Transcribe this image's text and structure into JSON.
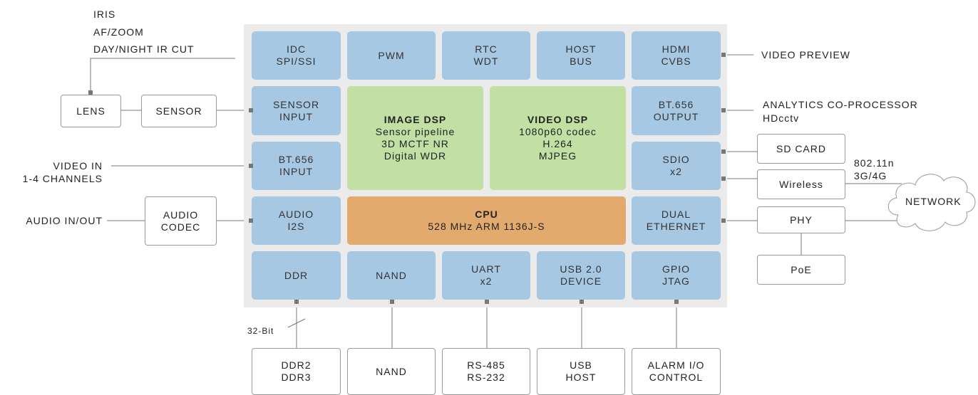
{
  "chip": {
    "idc": [
      "IDC",
      "SPI/SSI"
    ],
    "pwm": [
      "PWM"
    ],
    "rtc": [
      "RTC",
      "WDT"
    ],
    "host_bus": [
      "HOST",
      "BUS"
    ],
    "hdmi": [
      "HDMI",
      "CVBS"
    ],
    "sensor_input": [
      "SENSOR",
      "INPUT"
    ],
    "bt656_input": [
      "BT.656",
      "INPUT"
    ],
    "audio_i2s": [
      "AUDIO",
      "I2S"
    ],
    "bt656_output": [
      "BT.656",
      "OUTPUT"
    ],
    "sdio": [
      "SDIO",
      "x2"
    ],
    "dual_ethernet": [
      "DUAL",
      "ETHERNET"
    ],
    "image_dsp": {
      "title": "IMAGE DSP",
      "lines": [
        "Sensor pipeline",
        "3D MCTF NR",
        "Digital WDR"
      ]
    },
    "video_dsp": {
      "title": "VIDEO DSP",
      "lines": [
        "1080p60 codec",
        "H.264",
        "MJPEG"
      ]
    },
    "cpu": {
      "title": "CPU",
      "lines": [
        "528 MHz ARM 1136J-S"
      ]
    },
    "ddr": [
      "DDR"
    ],
    "nand": [
      "NAND"
    ],
    "uart": [
      "UART",
      "x2"
    ],
    "usb_device": [
      "USB 2.0",
      "DEVICE"
    ],
    "gpio": [
      "GPIO",
      "JTAG"
    ]
  },
  "external": {
    "lens": "LENS",
    "sensor": "SENSOR",
    "audio_codec": [
      "AUDIO",
      "CODEC"
    ],
    "sd_card": "SD CARD",
    "wireless": "Wireless",
    "phy": "PHY",
    "poe": "PoE",
    "network": "NETWORK",
    "ddr_mem": [
      "DDR2",
      "DDR3"
    ],
    "nand_mem": [
      "NAND"
    ],
    "serial": [
      "RS-485",
      "RS-232"
    ],
    "usb_host": [
      "USB",
      "HOST"
    ],
    "alarm": [
      "ALARM I/O",
      "CONTROL"
    ]
  },
  "labels": {
    "iris": "IRIS",
    "af_zoom": "AF/ZOOM",
    "day_night": "DAY/NIGHT IR CUT",
    "video_preview": "VIDEO PREVIEW",
    "analytics": "ANALYTICS CO-PROCESSOR",
    "hdcctv": "HDcctv",
    "video_in": "VIDEO IN",
    "channels": "1-4 CHANNELS",
    "audio_inout": "AUDIO IN/OUT",
    "wifi_std": "802.11n",
    "cellular": "3G/4G",
    "bus_width": "32-Bit"
  },
  "colors": {
    "chip_bg": "#ebebeb",
    "peripheral_blue": "#a7c8e3",
    "dsp_green": "#c2dfa4",
    "cpu_orange": "#e3aa6e"
  }
}
